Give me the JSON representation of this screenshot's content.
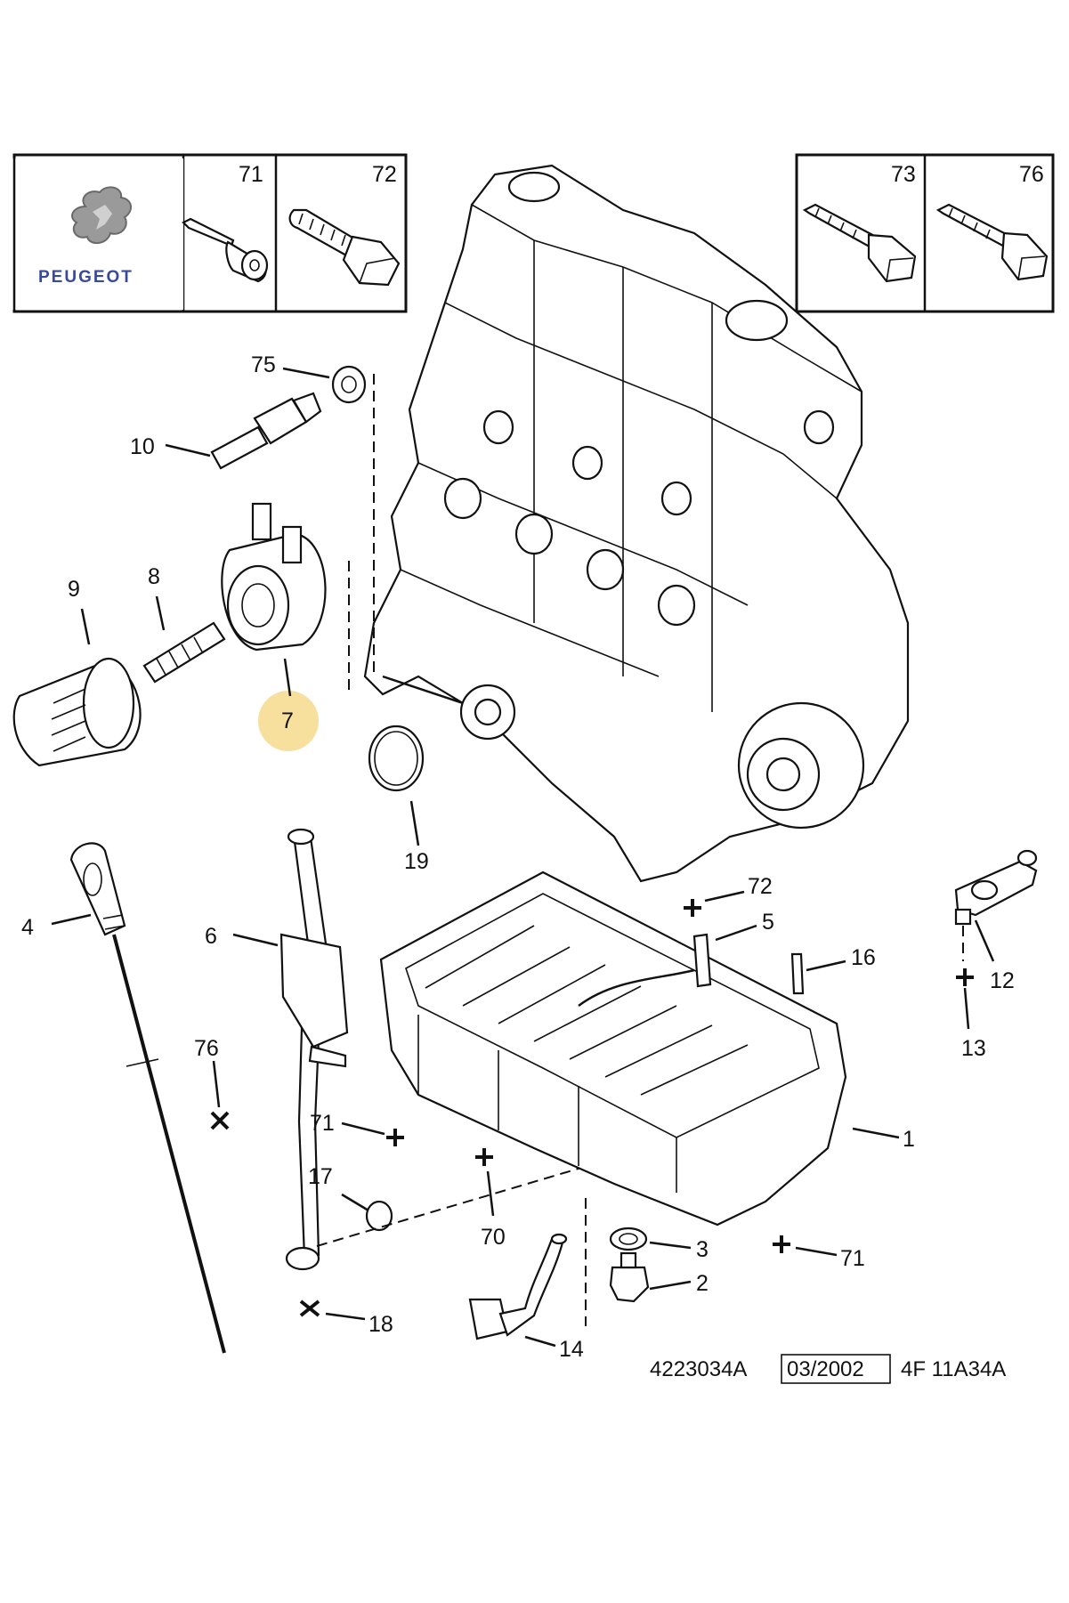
{
  "brand": {
    "name": "PEUGEOT"
  },
  "left_box": {
    "items": [
      {
        "number": "71"
      },
      {
        "number": "72"
      }
    ]
  },
  "right_box": {
    "items": [
      {
        "number": "73"
      },
      {
        "number": "76"
      }
    ]
  },
  "labels": {
    "l75": "75",
    "l10": "10",
    "l9": "9",
    "l8": "8",
    "l7": "7",
    "l19": "19",
    "l4": "4",
    "l6": "6",
    "l76": "76",
    "l71a": "71",
    "l17": "17",
    "l70": "70",
    "l18": "18",
    "l14": "14",
    "l72": "72",
    "l5": "5",
    "l16": "16",
    "l1": "1",
    "l3": "3",
    "l2": "2",
    "l71b": "71",
    "l12": "12",
    "l13": "13"
  },
  "footer": {
    "ref_code": "4223034A",
    "date": "03/2002",
    "variant": "4F 11A34A"
  },
  "colors": {
    "highlight": "#f6d98c",
    "brand": "#3a4a9a",
    "line": "#111111"
  }
}
